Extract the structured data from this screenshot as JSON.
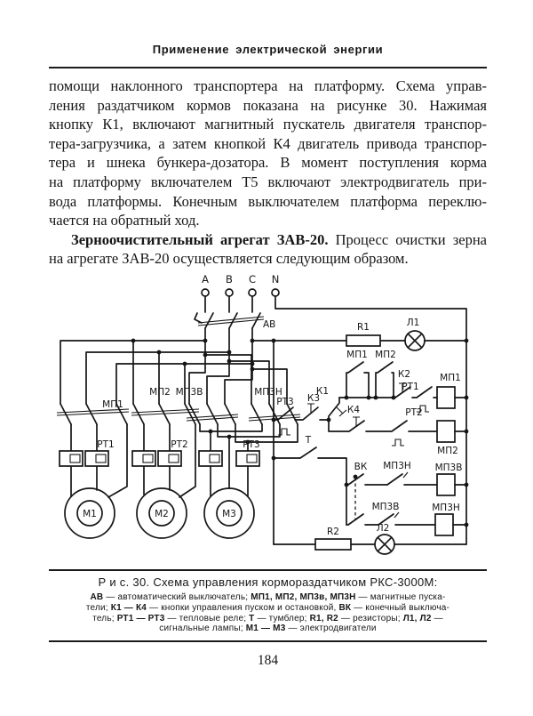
{
  "colors": {
    "ink": "#161616",
    "paper": "#ffffff",
    "rule": "#1a1a1a"
  },
  "header": {
    "title": "Применение электрической энергии"
  },
  "body": {
    "lines": [
      {
        "justify": true,
        "indent": false,
        "segments": [
          {
            "t": "помощи наклонного транспортера на платформу. Схема управ-",
            "b": false
          }
        ]
      },
      {
        "justify": true,
        "indent": false,
        "segments": [
          {
            "t": "ления раздатчиком кормов показана на рисунке 30. Нажимая",
            "b": false
          }
        ]
      },
      {
        "justify": true,
        "indent": false,
        "segments": [
          {
            "t": "кнопку К1, включают магнитный пускатель двигателя транспор-",
            "b": false
          }
        ]
      },
      {
        "justify": true,
        "indent": false,
        "segments": [
          {
            "t": "тера-загрузчика, а затем кнопкой К4 двигатель привода транспор-",
            "b": false
          }
        ]
      },
      {
        "justify": true,
        "indent": false,
        "segments": [
          {
            "t": "тера и шнека бункера-дозатора. В момент поступления корма",
            "b": false
          }
        ]
      },
      {
        "justify": true,
        "indent": false,
        "segments": [
          {
            "t": "на платформу включателем Т5 включают электродвигатель при-",
            "b": false
          }
        ]
      },
      {
        "justify": true,
        "indent": false,
        "segments": [
          {
            "t": "вода платформы. Конечным выключателем платформа переклю-",
            "b": false
          }
        ]
      },
      {
        "justify": false,
        "indent": false,
        "segments": [
          {
            "t": "чается на обратный ход.",
            "b": false
          }
        ]
      },
      {
        "justify": true,
        "indent": true,
        "segments": [
          {
            "t": "Зерноочистительный агрегат ЗАВ-20.",
            "b": true
          },
          {
            "t": " Процесс очистки зерна",
            "b": false
          }
        ]
      },
      {
        "justify": false,
        "indent": false,
        "segments": [
          {
            "t": "на агрегате ЗАВ-20 осуществляется следующим образом.",
            "b": false
          }
        ]
      }
    ]
  },
  "figure": {
    "caption": "Р и с. 30. Схема управления кормораздатчиком РКС-3000М:",
    "legend_lines": [
      [
        {
          "t": "АВ",
          "b": true
        },
        {
          "t": " — автоматический выключатель; ",
          "b": false
        },
        {
          "t": "МП1, МП2, МП3в, МП3Н",
          "b": true
        },
        {
          "t": " — магнитные пуска-",
          "b": false
        }
      ],
      [
        {
          "t": "тели; ",
          "b": false
        },
        {
          "t": "К1 — К4",
          "b": true
        },
        {
          "t": " — кнопки управления пуском и остановкой, ",
          "b": false
        },
        {
          "t": "ВК",
          "b": true
        },
        {
          "t": " — конечный выключа-",
          "b": false
        }
      ],
      [
        {
          "t": "тель; ",
          "b": false
        },
        {
          "t": "РТ1 — РТ3",
          "b": true
        },
        {
          "t": " — тепловые реле; ",
          "b": false
        },
        {
          "t": "Т",
          "b": true
        },
        {
          "t": " — тумблер; ",
          "b": false
        },
        {
          "t": "R1, R2",
          "b": true
        },
        {
          "t": " — резисторы; ",
          "b": false
        },
        {
          "t": "Л1, Л2",
          "b": true
        },
        {
          "t": " —",
          "b": false
        }
      ],
      [
        {
          "t": "сигнальные лампы; ",
          "b": false
        },
        {
          "t": "М1 — М3",
          "b": true
        },
        {
          "t": " — электродвигатели",
          "b": false
        }
      ]
    ],
    "labels": {
      "term_a": "А",
      "term_b": "В",
      "term_c": "С",
      "term_n": "N",
      "av": "АВ",
      "mp1_group": "МП1",
      "mp2_group": "МП2",
      "mp3v_group": "МП3В",
      "mp3n_group": "МП3Н",
      "rt1": "РТ1",
      "rt2": "РТ2",
      "rt3": "РТ3",
      "m1": "М1",
      "m2": "М2",
      "m3": "М3",
      "r1": "R1",
      "l1": "Л1",
      "r2": "R2",
      "l2": "Л2",
      "rt3_contact": "РТ3",
      "k3": "К3",
      "k1": "К1",
      "k2": "К2",
      "k4": "К4",
      "mp1_aux": "МП1",
      "mp2_aux": "МП2",
      "rt1_contact": "РТ1",
      "rt2_contact": "РТ2",
      "mp1_coil": "МП1",
      "mp2_coil": "МП2",
      "mp3v_coil": "МП3В",
      "mp3n_coil": "МП3Н",
      "t": "Т",
      "vk": "ВК",
      "mp3n_contact": "МП3Н",
      "mp3v_contact": "МП3В"
    }
  },
  "page": {
    "number": "184"
  }
}
